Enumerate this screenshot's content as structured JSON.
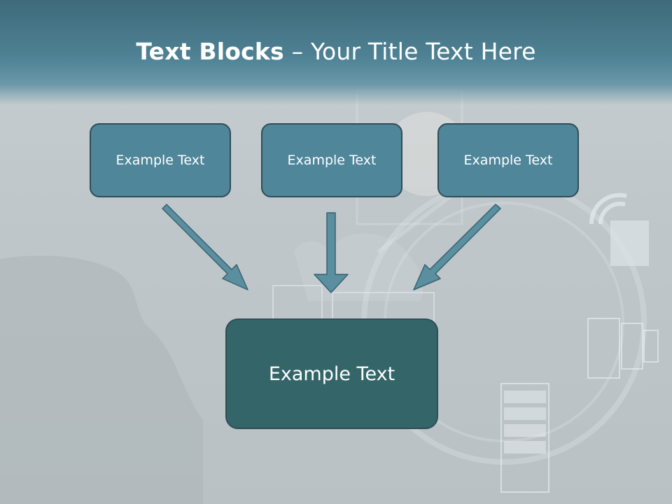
{
  "title": {
    "bold": "Text Blocks",
    "dash": " – ",
    "light": "Your Title Text Here"
  },
  "boxes": {
    "left": "Example Text",
    "center": "Example Text",
    "right": "Example Text",
    "bottom": "Example Text"
  },
  "colors": {
    "header": "#4e8294",
    "small_box": "#4f8699",
    "big_box": "#346568",
    "arrow": "#5a8fa0"
  }
}
